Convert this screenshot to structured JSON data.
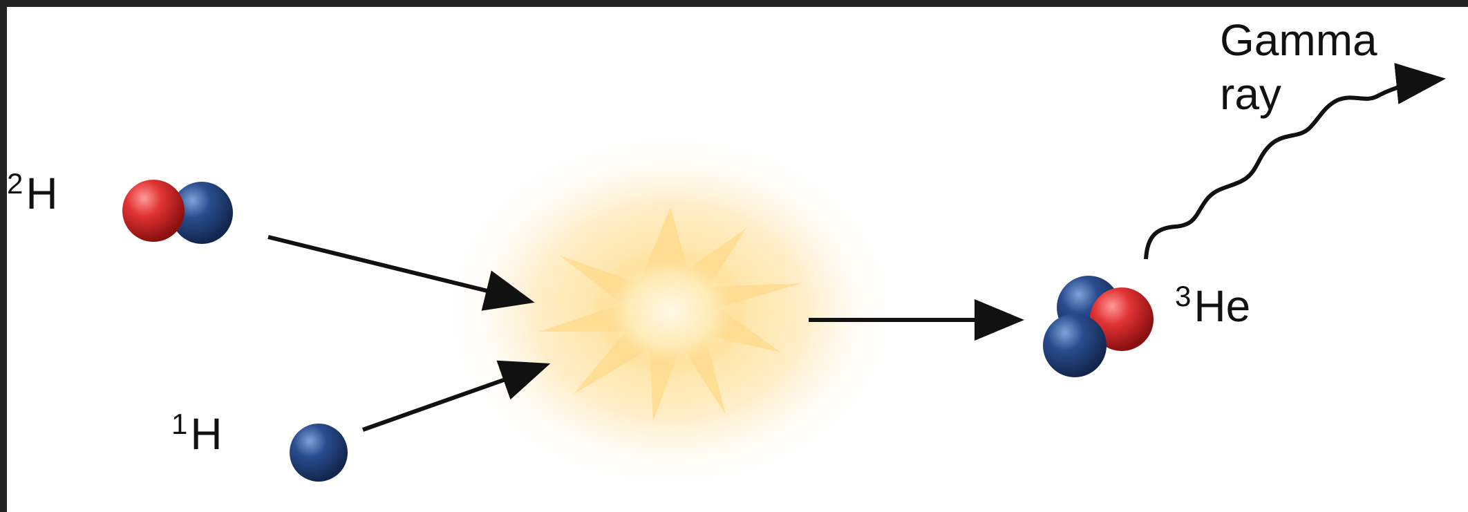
{
  "labels": {
    "deuterium": {
      "base": "H",
      "superscript": "2"
    },
    "protium": {
      "base": "H",
      "superscript": "1"
    },
    "helium3": {
      "base": "He",
      "superscript": "3"
    },
    "gamma_line1": "Gamma",
    "gamma_line2": "ray"
  },
  "colors": {
    "proton": "#cc1f1f",
    "neutron": "#1f3f78",
    "flash": "#ffd77a",
    "arrow": "#111111",
    "frame": "#232323"
  }
}
